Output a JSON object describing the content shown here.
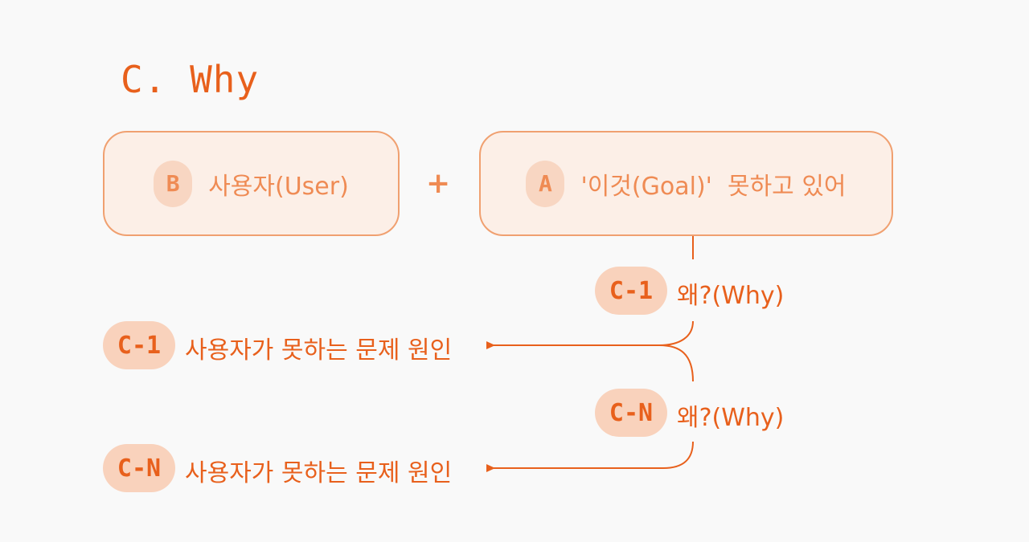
{
  "title": "C. Why",
  "box_b": {
    "badge": "B",
    "text": "사용자(User)"
  },
  "plus": "+",
  "box_a": {
    "badge": "A",
    "text": "'이것(Goal)'  못하고 있어"
  },
  "why_1": {
    "tag": "C-1",
    "text": "왜?(Why)"
  },
  "cause_1": {
    "tag": "C-1",
    "text": "사용자가 못하는 문제 원인"
  },
  "why_n": {
    "tag": "C-N",
    "text": "왜?(Why)"
  },
  "cause_n": {
    "tag": "C-N",
    "text": "사용자가 못하는 문제 원인"
  },
  "colors": {
    "accent": "#e8601c",
    "pale_accent": "#ef8b54",
    "box_fill": "#fcefe7",
    "box_border": "#f0a070",
    "tag_fill": "#f9d2bc",
    "background": "#f9f9f9"
  }
}
